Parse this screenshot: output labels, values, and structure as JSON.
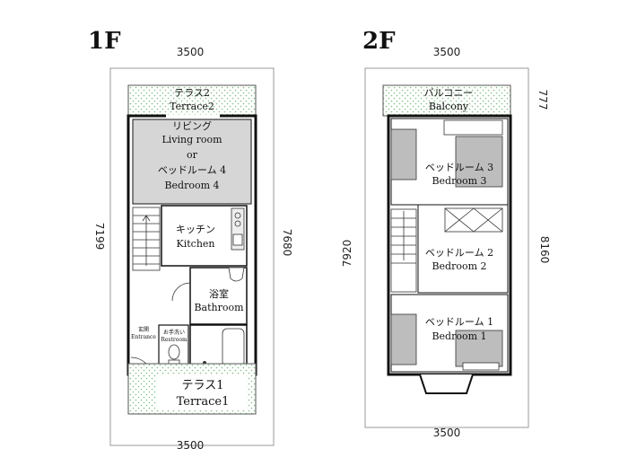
{
  "floors": {
    "first": {
      "title": "1F",
      "dims": {
        "top": "3500",
        "bottom": "3500",
        "left": "7199",
        "right": "7680"
      },
      "rooms": {
        "terrace2": [
          "テラス2",
          "Terrace2"
        ],
        "living": [
          "リビング",
          "Living room",
          "or",
          "ベッドルーム 4",
          "Bedroom 4"
        ],
        "kitchen": [
          "キッチン",
          "Kitchen"
        ],
        "bathroom": [
          "浴室",
          "Bathroom"
        ],
        "entrance": [
          "玄関",
          "Entrance"
        ],
        "restroom": [
          "お手洗い",
          "Restroom"
        ],
        "terrace1": [
          "テラス1",
          "Terrace1"
        ]
      }
    },
    "second": {
      "title": "2F",
      "dims": {
        "top": "3500",
        "bottom": "3500",
        "left": "7920",
        "right": "8160",
        "balcony_depth": "777"
      },
      "rooms": {
        "balcony": [
          "バルコニー",
          "Balcony"
        ],
        "bedroom3": [
          "ベッドルーム 3",
          "Bedroom 3"
        ],
        "bedroom2": [
          "ベッドルーム 2",
          "Bedroom 2"
        ],
        "bedroom1": [
          "ベッドルーム 1",
          "Bedroom 1"
        ]
      }
    }
  },
  "colors": {
    "wall": "#111111",
    "room_grey": "#d6d6d6",
    "bed_grey": "#bdbdbd",
    "terrace_green": "#7bbf7b",
    "outline": "#888888"
  }
}
